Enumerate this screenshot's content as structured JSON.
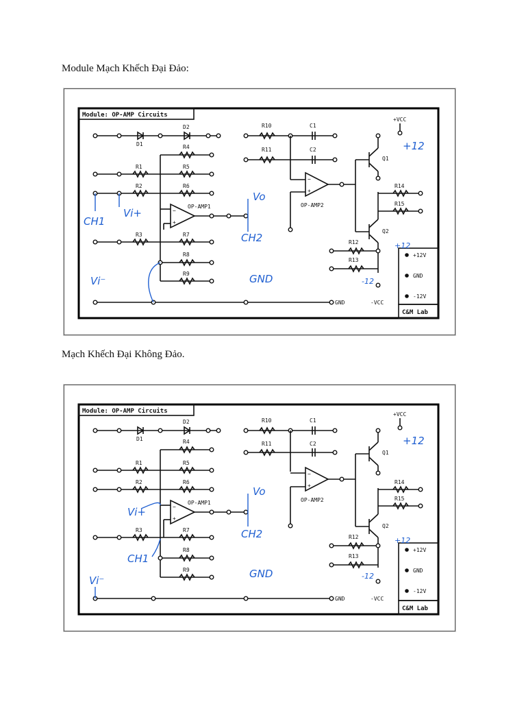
{
  "captions": {
    "inverting": "Module Mạch Khếch Đại Đảo:",
    "noninverting": "Mạch Khếch Đại Không Đảo."
  },
  "schematic": {
    "title": "Module: OP-AMP Circuits",
    "footer": "C&M Lab",
    "components": {
      "d1": "D1",
      "d2": "D2",
      "r1": "R1",
      "r2": "R2",
      "r3": "R3",
      "r4": "R4",
      "r5": "R5",
      "r6": "R6",
      "r7": "R7",
      "r8": "R8",
      "r9": "R9",
      "r10": "R10",
      "r11": "R11",
      "r12": "R12",
      "r13": "R13",
      "r14": "R14",
      "r15": "R15",
      "c1": "C1",
      "c2": "C2",
      "q1": "Q1",
      "q2": "Q2",
      "opamp1": "OP-AMP1",
      "opamp2": "OP-AMP2",
      "vcc_pos": "+VCC",
      "vcc_neg": "-VCC",
      "gnd": "GND",
      "minus": "−",
      "plus": "+",
      "p12": "+12V",
      "gnd_term": "GND",
      "m12": "-12V"
    }
  },
  "annotations_inverting": {
    "vo": "Vo",
    "ch2": "CH2",
    "ch1": "CH1",
    "vi_plus": "Vi+",
    "vi_minus": "Vi⁻",
    "gnd": "GND",
    "p12": "+12",
    "m12": "-12",
    "plus12": "+12"
  },
  "annotations_noninverting": {
    "vo": "Vo",
    "ch2": "CH2",
    "vi_plus": "Vi+",
    "ch1": "CH1",
    "vi_minus": "Vi⁻",
    "gnd": "GND",
    "p12": "+12",
    "m12": "-12",
    "plus12": "+12"
  }
}
